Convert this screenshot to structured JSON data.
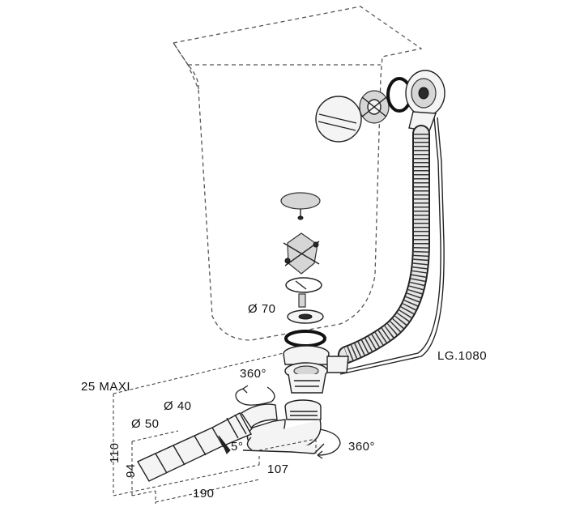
{
  "labels": {
    "overflow_diameter": "Ø 70",
    "cable_length": "LG.1080",
    "rotation_top": "360°",
    "rotation_bottom": "360°",
    "max_height": "25 MAXI",
    "pipe_40": "Ø 40",
    "pipe_50": "Ø 50",
    "angle": "5°",
    "height_110": "110",
    "height_94": "94",
    "length_107": "107",
    "length_190": "190"
  }
}
